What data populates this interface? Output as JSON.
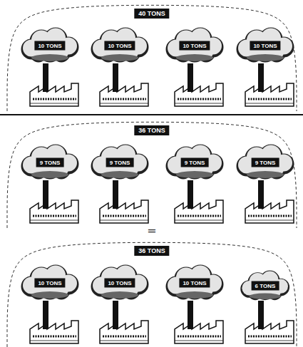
{
  "diagram": {
    "nodes": [
      {
        "text": [
          "40 TONS"
        ]
      },
      {
        "text": [
          "10 TONS"
        ],
        "in": 0
      },
      {
        "text": [
          "10 TONS"
        ],
        "in": 0
      },
      {
        "text": [
          "10 TONS"
        ],
        "in": 0
      },
      {
        "text": [
          "10 TONS"
        ],
        "in": 0
      },
      {
        "text": [
          "36 TONS"
        ]
      },
      {
        "text": [
          "9 TONS"
        ],
        "in": 5
      },
      {
        "text": [
          "9 TONS"
        ],
        "in": 5
      },
      {
        "text": [
          "9 TONS"
        ],
        "in": 5
      },
      {
        "text": [
          "9 TONS"
        ],
        "in": 5
      },
      {
        "text": [
          "36 TONS"
        ]
      },
      {
        "text": [
          "10 TONS"
        ],
        "in": 10
      },
      {
        "text": [
          "10 TONS"
        ],
        "in": 10
      },
      {
        "text": [
          "10 TONS"
        ],
        "in": 10
      },
      {
        "text": [
          "6 TONS"
        ],
        "in": 10
      }
    ],
    "labels": [
      "="
    ]
  }
}
